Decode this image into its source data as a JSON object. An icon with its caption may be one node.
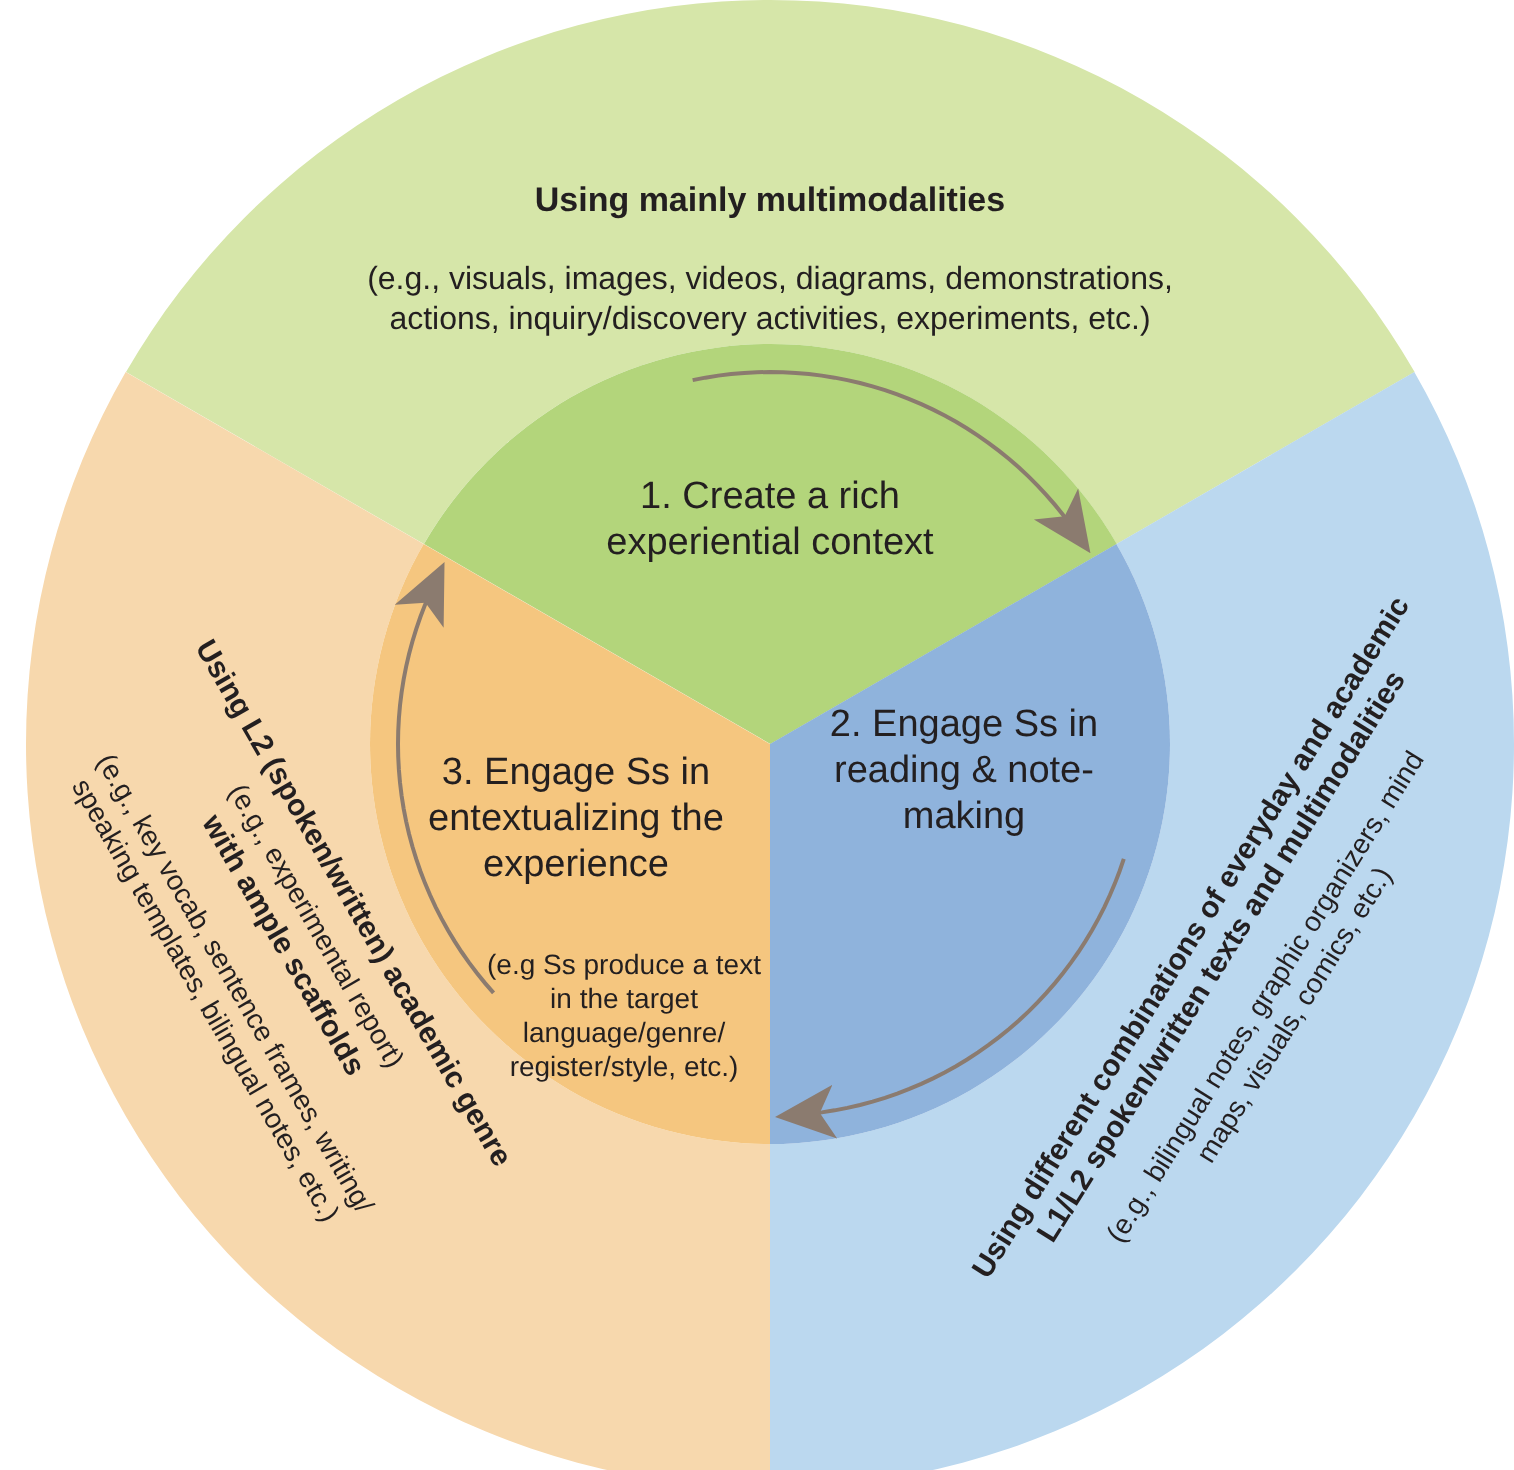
{
  "diagram": {
    "nodes": [
      {
        "text": [
          "Using mainly multimodalities",
          "(e.g., visuals, images, videos, diagrams, demonstrations, actions, inquiry/discovery activities, experiments, etc.)"
        ]
      },
      {
        "text": [
          "1. Create a rich experiential context"
        ]
      },
      {
        "text": [
          "2. Engage Ss in reading & note-making"
        ]
      },
      {
        "text": [
          "3. Engage Ss in entextualizing the experience",
          "(e.g Ss produce a text in the target language/genre/ register/style, etc.)"
        ]
      },
      {
        "text": [
          "Using L2 (spoken/written) academic genre",
          "(e.g., experimental report)",
          "with ample scaffolds",
          "(e.g., key vocab, sentence frames, writing/ speaking templates, bilingual notes, etc.)"
        ]
      },
      {
        "text": [
          "Using different combinations of everyday and academic L1/L2 spoken/written texts and multimodalities",
          "(e.g., bilingual notes, graphic organizers, mind maps, visuals, comics, etc.)"
        ]
      }
    ],
    "edges": [
      {
        "from": 1,
        "to": 2,
        "arrow": "to"
      },
      {
        "from": 2,
        "to": 3,
        "arrow": "to"
      },
      {
        "from": 3,
        "to": 1,
        "arrow": "to"
      }
    ]
  }
}
